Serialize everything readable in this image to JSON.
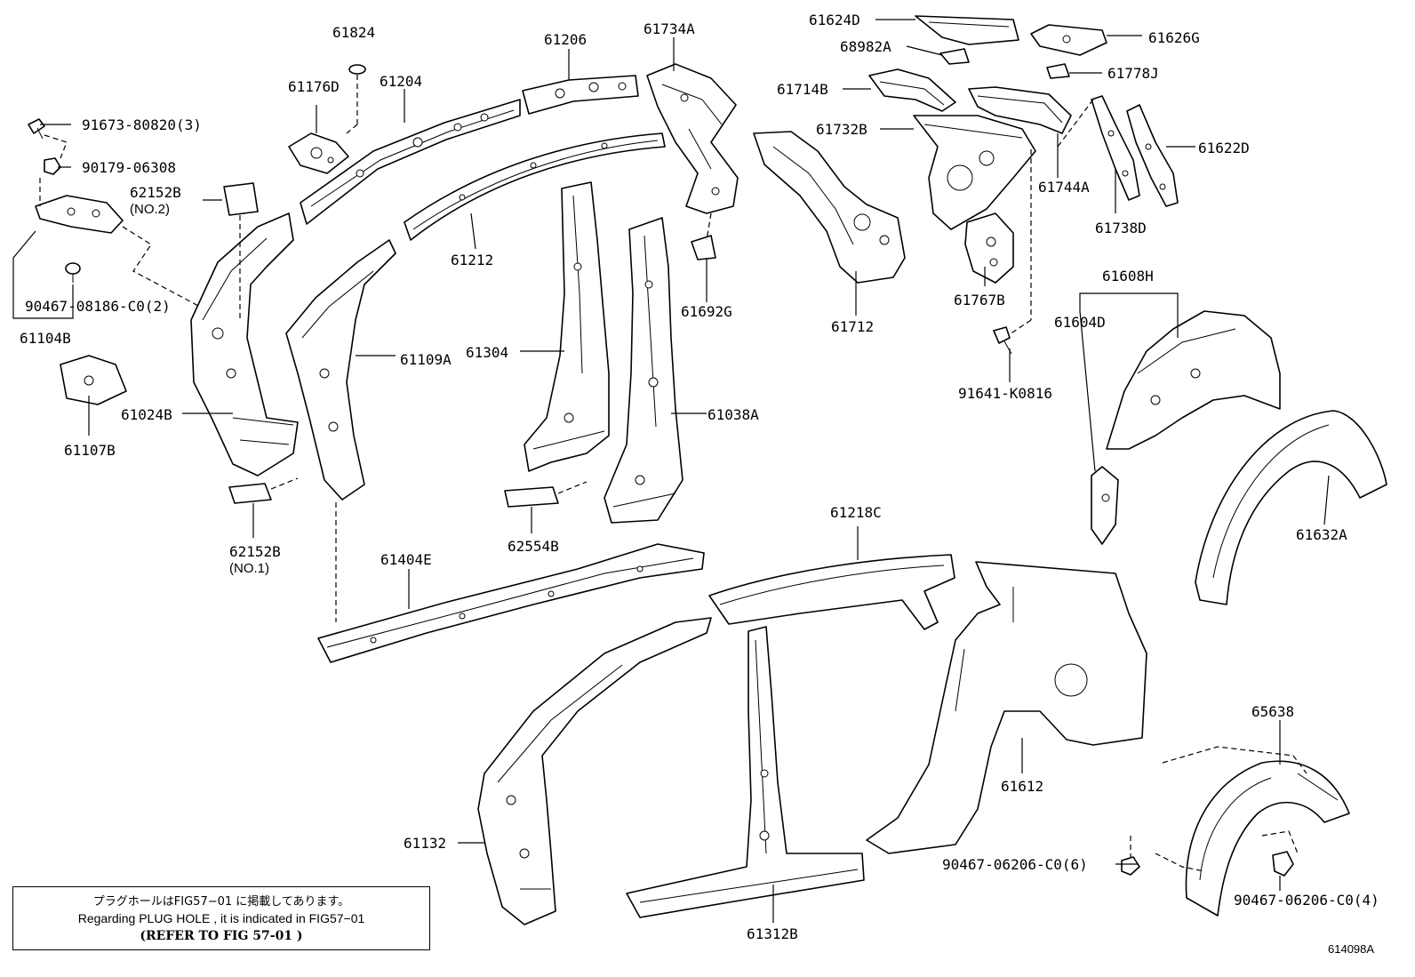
{
  "labels": {
    "p61824": "61824",
    "p61206": "61206",
    "p61734A": "61734A",
    "p61624D": "61624D",
    "p61626G": "61626G",
    "p68982A": "68982A",
    "p61778J": "61778J",
    "p61176D": "61176D",
    "p61204": "61204",
    "p61714B": "61714B",
    "p91673": "91673-80820(3)",
    "p90179": "90179-06308",
    "p62152B_2": "62152B",
    "p62152B_2_sub": "(NO.2)",
    "p61732B": "61732B",
    "p61622D": "61622D",
    "p61744A": "61744A",
    "p61212": "61212",
    "p61738D": "61738D",
    "p61692G": "61692G",
    "p90467_08186": "90467-08186-C0(2)",
    "p61104B": "61104B",
    "p61767B": "61767B",
    "p61608H": "61608H",
    "p61712": "61712",
    "p61604D": "61604D",
    "p61304": "61304",
    "p61109A": "61109A",
    "p91641": "91641-K0816",
    "p61024B": "61024B",
    "p61038A": "61038A",
    "p61107B": "61107B",
    "p61218C": "61218C",
    "p61632A": "61632A",
    "p62554B": "62554B",
    "p62152B_1": "62152B",
    "p62152B_1_sub": "(NO.1)",
    "p61404E": "61404E",
    "p65638": "65638",
    "p61612": "61612",
    "p61132": "61132",
    "p90467_06206_6": "90467-06206-C0(6)",
    "p90467_06206_4": "90467-06206-C0(4)",
    "p61312B": "61312B"
  },
  "note": {
    "line1": "プラグホールはFIG57−01 に掲載してあります。",
    "line2": "Regarding  PLUG HOLE , it is indicated in FIG57−01",
    "line3": "(REFER TO FIG 57-01 )"
  },
  "figure_code": "614098A"
}
